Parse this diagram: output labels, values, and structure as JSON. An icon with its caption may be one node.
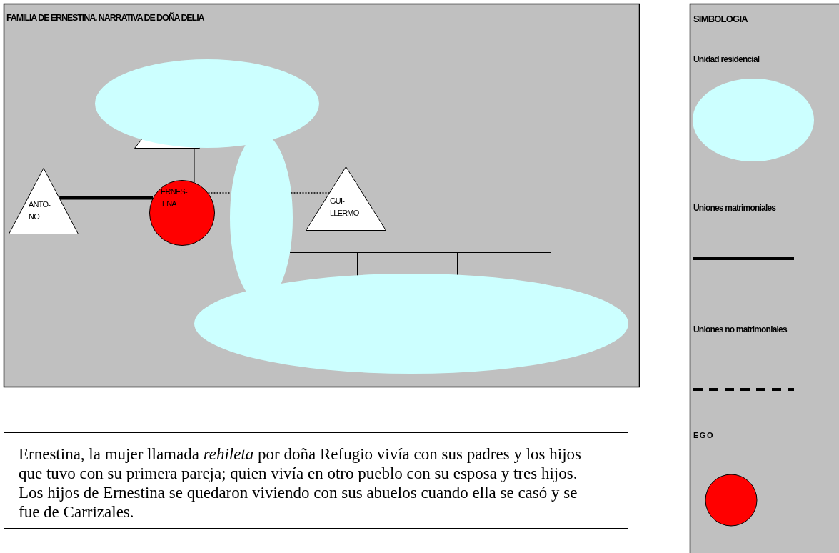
{
  "diagram": {
    "title": "FAMILIA DE ERNESTINA. NARRATIVA DE DOÑA DELIA",
    "nodes": [
      {
        "text": [
          "ANTO- NO"
        ]
      },
      {
        "text": [
          "ERNES- TINA"
        ]
      },
      {
        "text": [
          "GUI- LLERMO"
        ]
      },
      {
        "text": [],
        "shape": "triangle"
      }
    ],
    "edges": [
      {
        "from": 0,
        "to": 1,
        "arrow": "none",
        "style": "thick"
      },
      {
        "from": 1,
        "to": 2,
        "arrow": "none",
        "style": "dashed"
      },
      {
        "from": 3,
        "to": 1,
        "arrow": "none"
      }
    ],
    "labels": [
      "SIMBOLOGIA",
      "Ernestina, la mujer llamada *rehileta* por doña Refugio vivía con sus padres y los hijos que tuvo con su primera pareja; quien vivía en otro pueblo con su esposa y tres hijos. Los hijos de Ernestina se quedaron viviendo con sus abuelos cuando ella se casó y se fue de Carrizales."
    ],
    "legend": [
      {
        "text": "Unidad residencial",
        "color": "#ccffff"
      },
      {
        "text": "Uniones matrimoniales"
      },
      {
        "text": "Uniones no matrimoniales"
      },
      {
        "text": "EGO",
        "color": "#ff0000"
      }
    ]
  }
}
